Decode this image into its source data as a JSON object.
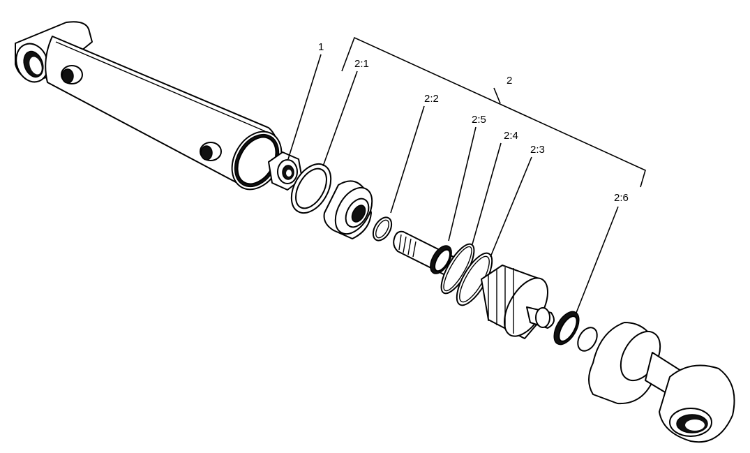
{
  "callouts": {
    "c1": "1",
    "c2": "2",
    "c2_1": "2:1",
    "c2_2": "2:2",
    "c2_3": "2:3",
    "c2_4": "2:4",
    "c2_5": "2:5",
    "c2_6": "2:6"
  }
}
